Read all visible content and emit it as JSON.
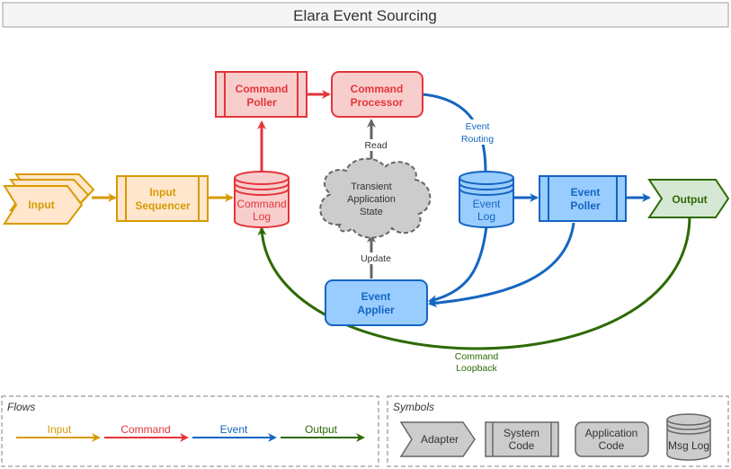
{
  "title": "Elara Event Sourcing",
  "colors": {
    "input": "#d79b00",
    "input_fill": "#ffe6cc",
    "command": "#e3353b",
    "command_fill": "#f8cecc",
    "event": "#1565c0",
    "event_fill": "#99ccff",
    "output": "#2d6a04",
    "output_fill": "#d5e8d4",
    "gray": "#666666",
    "gray_fill": "#cccccc"
  },
  "nodes": {
    "input": "Input",
    "input_sequencer": [
      "Input",
      "Sequencer"
    ],
    "command_log": [
      "Command",
      "Log"
    ],
    "command_poller": [
      "Command",
      "Poller"
    ],
    "command_processor": [
      "Command",
      "Processor"
    ],
    "transient_state": [
      "Transient",
      "Application",
      "State"
    ],
    "event_log": [
      "Event",
      "Log"
    ],
    "event_poller": [
      "Event",
      "Poller"
    ],
    "output": "Output",
    "event_applier": [
      "Event",
      "Applier"
    ]
  },
  "edge_labels": {
    "read": "Read",
    "update": "Update",
    "event_routing": [
      "Event",
      "Routing"
    ],
    "command_loopback": [
      "Command",
      "Loopback"
    ]
  },
  "legend": {
    "flows_title": "Flows",
    "flows": [
      "Input",
      "Command",
      "Event",
      "Output"
    ],
    "symbols_title": "Symbols",
    "symbols": {
      "adapter": "Adapter",
      "system_code": [
        "System",
        "Code"
      ],
      "application_code": [
        "Application",
        "Code"
      ],
      "msg_log": "Msg Log"
    }
  }
}
